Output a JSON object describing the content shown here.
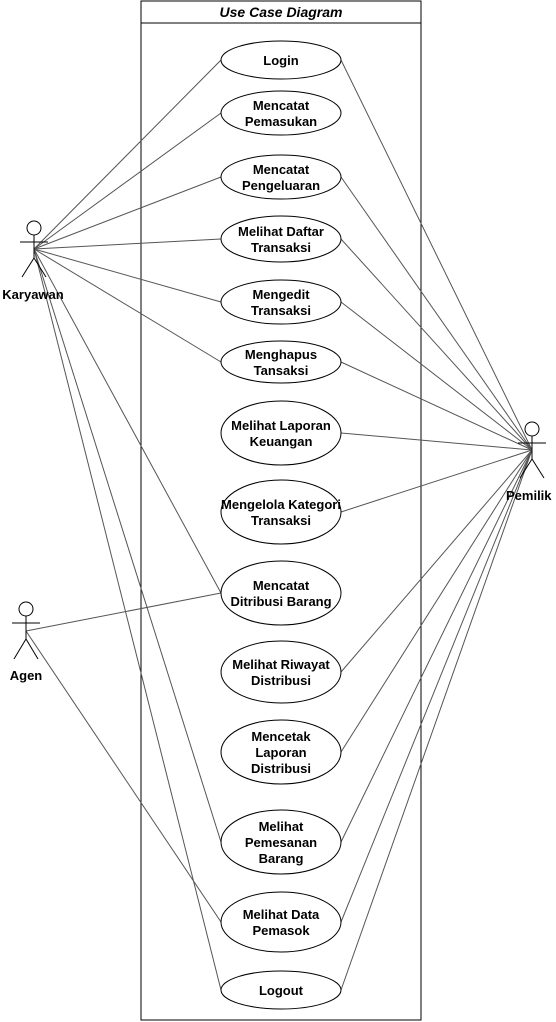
{
  "system": {
    "title": "Use Case Diagram"
  },
  "actors": {
    "karyawan": "Karyawan",
    "agen": "Agen",
    "pemilik": "Pemilik"
  },
  "use_cases": [
    {
      "id": "login",
      "lines": [
        "Login"
      ]
    },
    {
      "id": "mencatat-pemasukan",
      "lines": [
        "Mencatat",
        "Pemasukan"
      ]
    },
    {
      "id": "mencatat-pengeluaran",
      "lines": [
        "Mencatat",
        "Pengeluaran"
      ]
    },
    {
      "id": "melihat-daftar-transaksi",
      "lines": [
        "Melihat Daftar",
        "Transaksi"
      ]
    },
    {
      "id": "mengedit-transaksi",
      "lines": [
        "Mengedit",
        "Transaksi"
      ]
    },
    {
      "id": "menghapus-tansaksi",
      "lines": [
        "Menghapus",
        "Tansaksi"
      ]
    },
    {
      "id": "melihat-laporan-keuangan",
      "lines": [
        "Melihat Laporan",
        "Keuangan"
      ]
    },
    {
      "id": "mengelola-kategori-transaksi",
      "lines": [
        "Mengelola Kategori",
        "Transaksi"
      ]
    },
    {
      "id": "mencatat-ditribusi-barang",
      "lines": [
        "Mencatat",
        "Ditribusi Barang"
      ]
    },
    {
      "id": "melihat-riwayat-distribusi",
      "lines": [
        "Melihat Riwayat",
        "Distribusi"
      ]
    },
    {
      "id": "mencetak-laporan-distribusi",
      "lines": [
        "Mencetak",
        "Laporan",
        "Distribusi"
      ]
    },
    {
      "id": "melihat-pemesanan-barang",
      "lines": [
        "Melihat",
        "Pemesanan",
        "Barang"
      ]
    },
    {
      "id": "melihat-data-pemasok",
      "lines": [
        "Melihat Data",
        "Pemasok"
      ]
    },
    {
      "id": "logout",
      "lines": [
        "Logout"
      ]
    }
  ],
  "associations": [
    {
      "actor": "karyawan",
      "use_case": "login"
    },
    {
      "actor": "karyawan",
      "use_case": "mencatat-pemasukan"
    },
    {
      "actor": "karyawan",
      "use_case": "mencatat-pengeluaran"
    },
    {
      "actor": "karyawan",
      "use_case": "melihat-daftar-transaksi"
    },
    {
      "actor": "karyawan",
      "use_case": "mengedit-transaksi"
    },
    {
      "actor": "karyawan",
      "use_case": "menghapus-tansaksi"
    },
    {
      "actor": "karyawan",
      "use_case": "mencatat-ditribusi-barang"
    },
    {
      "actor": "karyawan",
      "use_case": "melihat-pemesanan-barang"
    },
    {
      "actor": "karyawan",
      "use_case": "logout"
    },
    {
      "actor": "agen",
      "use_case": "mencatat-ditribusi-barang"
    },
    {
      "actor": "agen",
      "use_case": "melihat-data-pemasok"
    },
    {
      "actor": "pemilik",
      "use_case": "login"
    },
    {
      "actor": "pemilik",
      "use_case": "mencatat-pengeluaran"
    },
    {
      "actor": "pemilik",
      "use_case": "melihat-daftar-transaksi"
    },
    {
      "actor": "pemilik",
      "use_case": "mengedit-transaksi"
    },
    {
      "actor": "pemilik",
      "use_case": "menghapus-tansaksi"
    },
    {
      "actor": "pemilik",
      "use_case": "melihat-laporan-keuangan"
    },
    {
      "actor": "pemilik",
      "use_case": "mengelola-kategori-transaksi"
    },
    {
      "actor": "pemilik",
      "use_case": "melihat-riwayat-distribusi"
    },
    {
      "actor": "pemilik",
      "use_case": "mencetak-laporan-distribusi"
    },
    {
      "actor": "pemilik",
      "use_case": "melihat-pemesanan-barang"
    },
    {
      "actor": "pemilik",
      "use_case": "melihat-data-pemasok"
    },
    {
      "actor": "pemilik",
      "use_case": "logout"
    }
  ]
}
